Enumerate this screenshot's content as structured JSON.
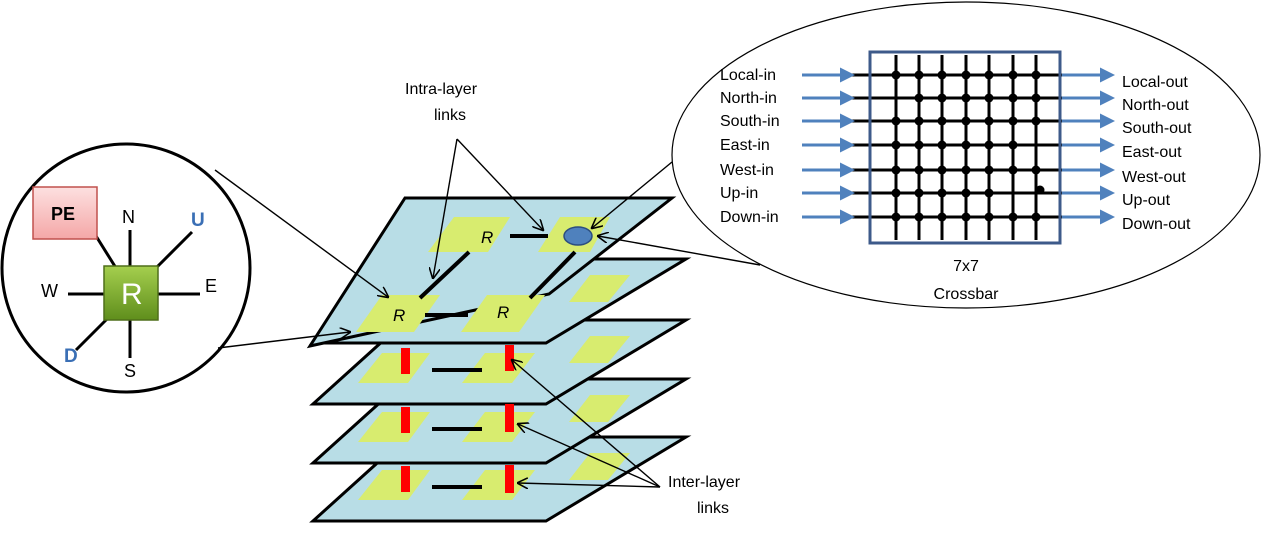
{
  "router_zoom": {
    "pe_label": "PE",
    "router_label": "R",
    "north": "N",
    "south": "S",
    "east": "E",
    "west": "W",
    "up": "U",
    "down": "D"
  },
  "layers": {
    "router_label": "R",
    "intra_layer_label_line1": "Intra-layer",
    "intra_layer_label_line2": "links",
    "inter_layer_label_line1": "Inter-layer",
    "inter_layer_label_line2": "links"
  },
  "crossbar": {
    "size_label": "7x7",
    "name_label": "Crossbar",
    "inputs": [
      "Local-in",
      "North-in",
      "South-in",
      "East-in",
      "West-in",
      "Up-in",
      "Down-in"
    ],
    "outputs": [
      "Local-out",
      "North-out",
      "South-out",
      "East-out",
      "West-out",
      "Up-out",
      "Down-out"
    ]
  },
  "colors": {
    "layer_fill": "#b8dde6",
    "tile_fill": "#d8ec6f",
    "tsv_red": "#ff0000",
    "router_green": "#7fae2a",
    "pe_fill": "#f7c0c0",
    "arrow_blue": "#4f81bd",
    "crossbar_frame": "#3d5a8a"
  }
}
